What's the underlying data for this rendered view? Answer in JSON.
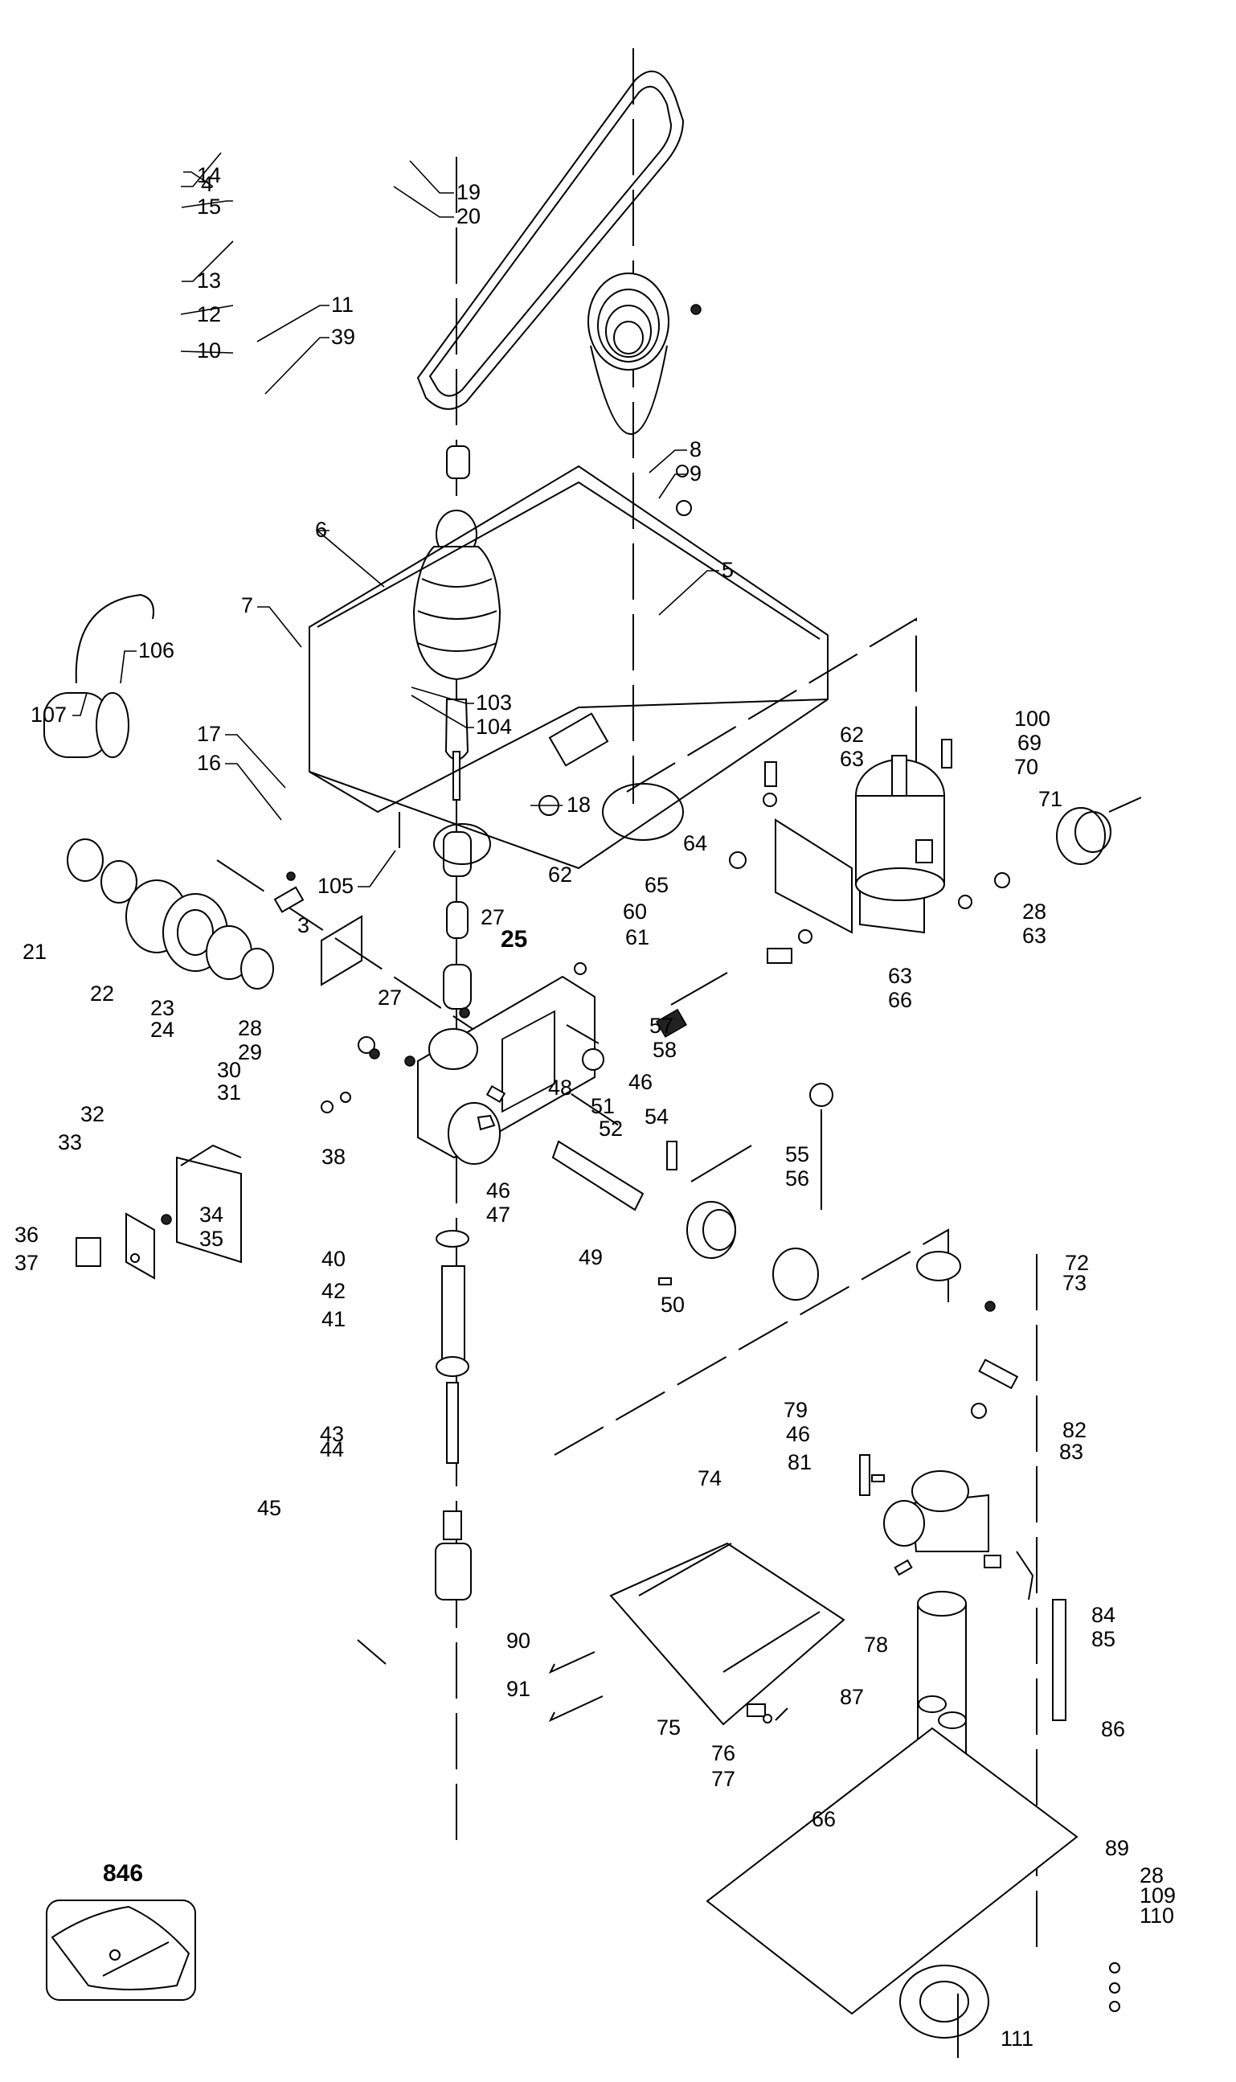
{
  "title": "Drill press exploded parts diagram",
  "callouts": [
    {
      "id": "4",
      "label": "4"
    },
    {
      "id": "15",
      "label": "15"
    },
    {
      "id": "14",
      "label": "14"
    },
    {
      "id": "13",
      "label": "13"
    },
    {
      "id": "12",
      "label": "12"
    },
    {
      "id": "11",
      "label": "11"
    },
    {
      "id": "10",
      "label": "10"
    },
    {
      "id": "39",
      "label": "39"
    },
    {
      "id": "19",
      "label": "19"
    },
    {
      "id": "20",
      "label": "20"
    },
    {
      "id": "8",
      "label": "8"
    },
    {
      "id": "9",
      "label": "9"
    },
    {
      "id": "6",
      "label": "6"
    },
    {
      "id": "5",
      "label": "5"
    },
    {
      "id": "7",
      "label": "7"
    },
    {
      "id": "106",
      "label": "106"
    },
    {
      "id": "107",
      "label": "107"
    },
    {
      "id": "103",
      "label": "103"
    },
    {
      "id": "104",
      "label": "104"
    },
    {
      "id": "17",
      "label": "17"
    },
    {
      "id": "16",
      "label": "16"
    },
    {
      "id": "18",
      "label": "18"
    },
    {
      "id": "105",
      "label": "105"
    },
    {
      "id": "100",
      "label": "100"
    },
    {
      "id": "69",
      "label": "69"
    },
    {
      "id": "70",
      "label": "70"
    },
    {
      "id": "71",
      "label": "71"
    },
    {
      "id": "62a",
      "label": "62"
    },
    {
      "id": "63a",
      "label": "63"
    },
    {
      "id": "64",
      "label": "64"
    },
    {
      "id": "65",
      "label": "65"
    },
    {
      "id": "28a",
      "label": "28"
    },
    {
      "id": "63b",
      "label": "63"
    },
    {
      "id": "63c",
      "label": "63"
    },
    {
      "id": "66a",
      "label": "66"
    },
    {
      "id": "21",
      "label": "21"
    },
    {
      "id": "22",
      "label": "22"
    },
    {
      "id": "23",
      "label": "23"
    },
    {
      "id": "24",
      "label": "24"
    },
    {
      "id": "3",
      "label": "3"
    },
    {
      "id": "27a",
      "label": "27"
    },
    {
      "id": "25",
      "label": "25"
    },
    {
      "id": "62b",
      "label": "62"
    },
    {
      "id": "60",
      "label": "60"
    },
    {
      "id": "61",
      "label": "61"
    },
    {
      "id": "27b",
      "label": "27"
    },
    {
      "id": "28b",
      "label": "28"
    },
    {
      "id": "29",
      "label": "29"
    },
    {
      "id": "30",
      "label": "30"
    },
    {
      "id": "31",
      "label": "31"
    },
    {
      "id": "57",
      "label": "57"
    },
    {
      "id": "58",
      "label": "58"
    },
    {
      "id": "48",
      "label": "48"
    },
    {
      "id": "46a",
      "label": "46"
    },
    {
      "id": "51",
      "label": "51"
    },
    {
      "id": "54",
      "label": "54"
    },
    {
      "id": "55",
      "label": "55"
    },
    {
      "id": "52",
      "label": "52"
    },
    {
      "id": "56",
      "label": "56"
    },
    {
      "id": "38",
      "label": "38"
    },
    {
      "id": "46b",
      "label": "46"
    },
    {
      "id": "47",
      "label": "47"
    },
    {
      "id": "32",
      "label": "32"
    },
    {
      "id": "33",
      "label": "33"
    },
    {
      "id": "49",
      "label": "49"
    },
    {
      "id": "40",
      "label": "40"
    },
    {
      "id": "42",
      "label": "42"
    },
    {
      "id": "41",
      "label": "41"
    },
    {
      "id": "34",
      "label": "34"
    },
    {
      "id": "35",
      "label": "35"
    },
    {
      "id": "36",
      "label": "36"
    },
    {
      "id": "37",
      "label": "37"
    },
    {
      "id": "50",
      "label": "50"
    },
    {
      "id": "72",
      "label": "72"
    },
    {
      "id": "73",
      "label": "73"
    },
    {
      "id": "82",
      "label": "82"
    },
    {
      "id": "83",
      "label": "83"
    },
    {
      "id": "79",
      "label": "79"
    },
    {
      "id": "46c",
      "label": "46"
    },
    {
      "id": "81",
      "label": "81"
    },
    {
      "id": "74",
      "label": "74"
    },
    {
      "id": "43",
      "label": "43"
    },
    {
      "id": "44",
      "label": "44"
    },
    {
      "id": "84",
      "label": "84"
    },
    {
      "id": "85",
      "label": "85"
    },
    {
      "id": "78",
      "label": "78"
    },
    {
      "id": "45",
      "label": "45"
    },
    {
      "id": "90",
      "label": "90"
    },
    {
      "id": "91",
      "label": "91"
    },
    {
      "id": "87",
      "label": "87"
    },
    {
      "id": "86",
      "label": "86"
    },
    {
      "id": "75",
      "label": "75"
    },
    {
      "id": "76",
      "label": "76"
    },
    {
      "id": "77",
      "label": "77"
    },
    {
      "id": "66b",
      "label": "66"
    },
    {
      "id": "89",
      "label": "89"
    },
    {
      "id": "28c",
      "label": "28"
    },
    {
      "id": "109",
      "label": "109"
    },
    {
      "id": "110",
      "label": "110"
    },
    {
      "id": "111",
      "label": "111"
    },
    {
      "id": "846",
      "label": "846"
    }
  ]
}
